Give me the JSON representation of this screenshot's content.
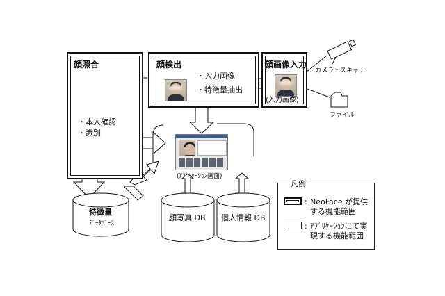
{
  "boxes": {
    "face_match": {
      "title": "顔照合",
      "items": [
        "・本人確認",
        "・識別"
      ]
    },
    "face_detect": {
      "title": "顔検出",
      "items": [
        "・入力画像",
        "・特徴量抽出"
      ]
    },
    "face_input": {
      "title": "顔画像入力",
      "caption": "(入力画像)"
    }
  },
  "devices": {
    "camera": "カメラ・スキャナ",
    "file": "ファイル"
  },
  "app_screen": {
    "caption": "(ｱﾌﾟﾘｹｰｼｮﾝ画面)"
  },
  "databases": {
    "feature": {
      "title": "特徴量",
      "subtitle": "ﾃﾞｰﾀﾍﾞｰｽ"
    },
    "photo": {
      "title": "顔写真 DB"
    },
    "personal": {
      "title": "個人情報 DB"
    }
  },
  "legend": {
    "title": "凡例",
    "neoface": {
      "line1": "NeoFace が提供",
      "line2": "する機能範囲"
    },
    "app": {
      "line1": "ｱﾌﾟﾘｹｰｼｮﾝにて実",
      "line2": "現する機能範囲"
    },
    "separator": ":"
  }
}
